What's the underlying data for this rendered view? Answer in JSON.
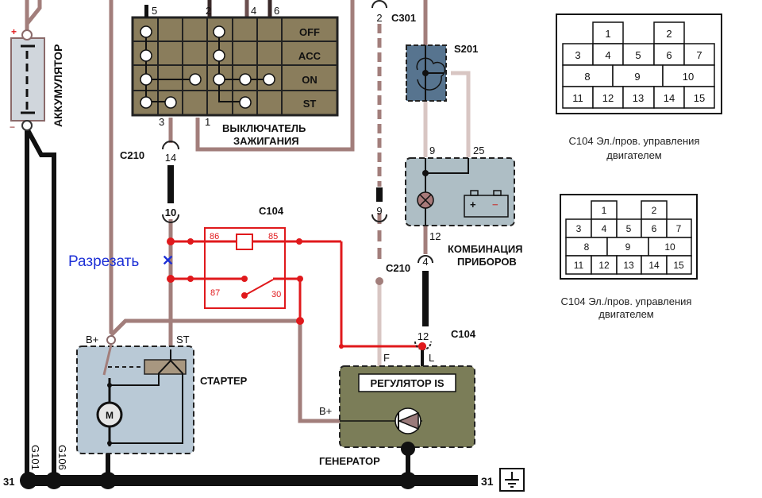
{
  "colors": {
    "wire_brown": "#a27e7b",
    "wire_light": "#d8c6c3",
    "wire_black": "#111111",
    "relay_red": "#e0191c",
    "switch_fill": "#8a7d5c",
    "starter_fill": "#b9c9d6",
    "cluster_fill": "#aebec5",
    "generator_fill": "#7b7d58",
    "s201_fill": "#57748f",
    "cut_blue": "#1c2fd6"
  },
  "battery": {
    "label": "АККУМУЛЯТОР",
    "plus": "+",
    "minus": "−"
  },
  "ignition_switch": {
    "label_line1": "ВЫКЛЮЧАТЕЛЬ",
    "label_line2": "ЗАЖИГАНИЯ",
    "top_pins": [
      "5",
      "2",
      "4",
      "6"
    ],
    "bottom_pins": [
      "3",
      "1"
    ],
    "positions": [
      "OFF",
      "ACC",
      "ON",
      "ST"
    ]
  },
  "connectors": {
    "c210_left": {
      "name": "C210",
      "pin_top": "14",
      "pin_bottom": "10"
    },
    "c104_relay": {
      "name": "C104"
    },
    "c301": {
      "name": "C301",
      "pin": "2"
    },
    "c210_mid": {
      "pin": "9"
    },
    "c210_right": {
      "name": "C210",
      "pin": "4"
    },
    "c104_right": {
      "name": "C104",
      "pin": "12"
    }
  },
  "relay": {
    "pins": [
      "86",
      "85",
      "87",
      "30"
    ]
  },
  "cut_note": {
    "text": "Разрезать",
    "mark": "✕"
  },
  "s201": {
    "label": "S201"
  },
  "instrument_cluster": {
    "label_line1": "КОМБИНАЦИЯ",
    "label_line2": "ПРИБОРОВ",
    "pin_9": "9",
    "pin_25": "25",
    "pin_12": "12",
    "battery_plus": "+",
    "battery_minus": "−"
  },
  "starter": {
    "label": "СТАРТЕР",
    "b_plus": "B+",
    "st": "ST",
    "motor": "M"
  },
  "generator": {
    "label": "ГЕНЕРАТОР",
    "regulator": "РЕГУЛЯТОР IS",
    "f": "F",
    "l": "L",
    "b_plus": "B+"
  },
  "ground": {
    "bus": "31",
    "bus_right": "31",
    "g101": "G101",
    "g106": "G106"
  },
  "pinout_diagrams": [
    {
      "caption_line1": "C104 Эл./пров. управления",
      "caption_line2": "двигателем",
      "row1": [
        "1",
        "2"
      ],
      "row2": [
        "3",
        "4",
        "5",
        "6",
        "7"
      ],
      "row3": [
        "8",
        "9",
        "10"
      ],
      "row4": [
        "11",
        "12",
        "13",
        "14",
        "15"
      ]
    },
    {
      "caption_line1": "C104 Эл./пров. управления",
      "caption_line2": "двигателем",
      "row1": [
        "1",
        "2"
      ],
      "row2": [
        "3",
        "4",
        "5",
        "6",
        "7"
      ],
      "row3": [
        "8",
        "9",
        "10"
      ],
      "row4": [
        "11",
        "12",
        "13",
        "14",
        "15"
      ]
    }
  ]
}
